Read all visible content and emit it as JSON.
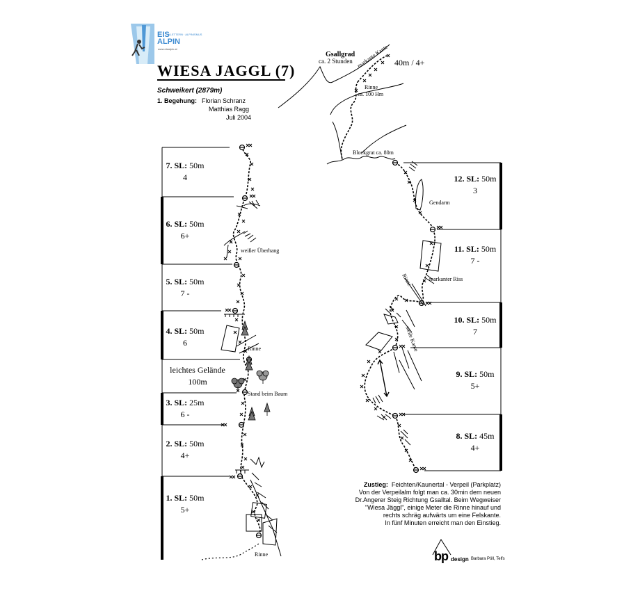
{
  "logo": {
    "brand_line1": "EIS",
    "brand_line2": "ALPIN",
    "tag": "KLETTERN · ALPINISMUS",
    "url": "www.eisalpin.at",
    "accent": "#3b8ad1"
  },
  "header": {
    "title": "WIESA JAGGL (7)",
    "wall": "Schweikert (2879m)",
    "first_ascent_label": "1. Begehung:",
    "first_ascent_names": [
      "Florian Schranz",
      "Matthias Ragg"
    ],
    "first_ascent_date": "Juli 2004"
  },
  "overview": {
    "gsallgrad": "Gsallgrad",
    "gsallgrad_time": "ca. 2 Stunden",
    "kante": "markante Kante",
    "pitch_above": "40m / 4+",
    "rinne": "Rinne",
    "rinne_height": "ca. 100 Hm",
    "blockgrat": "Blockgrat ca. 80m"
  },
  "left_column": [
    {
      "label": "7. SL:",
      "length": "50m",
      "grade": "4"
    },
    {
      "label": "6. SL:",
      "length": "50m",
      "grade": "6+"
    },
    {
      "label": "5. SL:",
      "length": "50m",
      "grade": "7 -"
    },
    {
      "label": "4. SL:",
      "length": "50m",
      "grade": "6"
    },
    {
      "label": "",
      "length": "leichtes Gelände",
      "grade": "100m"
    },
    {
      "label": "3. SL:",
      "length": "25m",
      "grade": "6 -"
    },
    {
      "label": "2. SL:",
      "length": "50m",
      "grade": "4+"
    },
    {
      "label": "1. SL:",
      "length": "50m",
      "grade": "5+"
    }
  ],
  "right_column": [
    {
      "label": "12. SL:",
      "length": "50m",
      "grade": "3"
    },
    {
      "label": "11. SL:",
      "length": "50m",
      "grade": "7 -"
    },
    {
      "label": "10. SL:",
      "length": "50m",
      "grade": "7"
    },
    {
      "label": "9. SL:",
      "length": "50m",
      "grade": "5+"
    },
    {
      "label": "8. SL:",
      "length": "45m",
      "grade": "4+"
    }
  ],
  "annotations": {
    "weisser_ueberhang": "weißer Überhang",
    "rinne_left": "Rinne",
    "stand_baum": "Stand beim Baum",
    "rinne_bottom": "Rinne",
    "gendarm": "Gendarm",
    "markanter_riss": "markanter Riss",
    "rinne_right": "Rinne",
    "steile_kante": "steile Kante"
  },
  "approach": {
    "heading": "Zustieg:",
    "line1": "Feichten/Kaunertal - Verpeil (Parkplatz)",
    "line2": "Von der Verpeilalm folgt man ca. 30min dem neuen",
    "line3": "Dr.Angerer Steig Richtung Gsalltal. Beim Wegweiser",
    "line4": "\"Wiesa Jäggl\", einige Meter die Rinne hinauf und",
    "line5": "rechts schräg aufwärts um eine Felskante.",
    "line6": "In fünf Minuten erreicht man den Einstieg."
  },
  "credit": {
    "mark": "bp",
    "word": "design",
    "name": "Barbara Pöll, Telfs"
  }
}
